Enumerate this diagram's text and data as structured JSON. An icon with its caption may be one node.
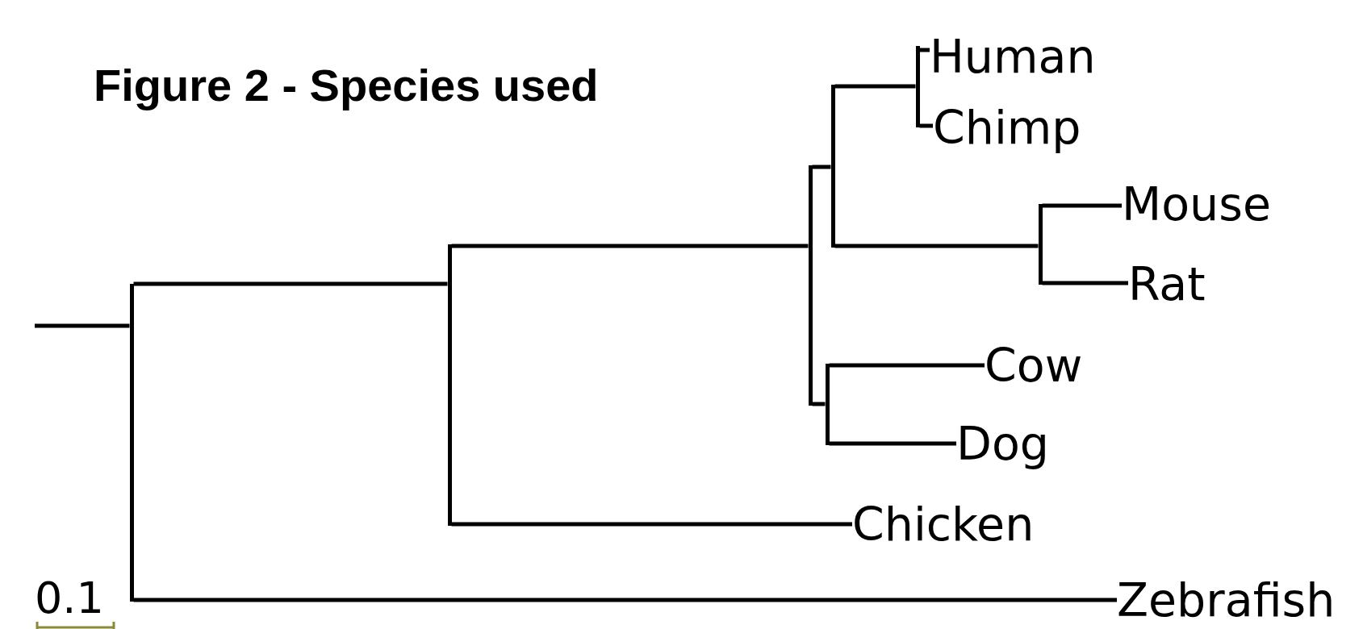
{
  "diagram": {
    "title": "Figure 2 - Species used",
    "nodes": [
      {
        "text": [],
        "shape": "bar"
      },
      {
        "text": [],
        "shape": "bar"
      },
      {
        "text": [],
        "shape": "bar"
      },
      {
        "text": [],
        "shape": "bar"
      },
      {
        "text": [],
        "shape": "bar"
      },
      {
        "text": [
          "Human"
        ]
      },
      {
        "text": [
          "Chimp"
        ]
      },
      {
        "text": [],
        "shape": "bar"
      },
      {
        "text": [
          "Mouse"
        ]
      },
      {
        "text": [
          "Rat"
        ]
      },
      {
        "text": [],
        "shape": "bar"
      },
      {
        "text": [
          "Cow"
        ]
      },
      {
        "text": [
          "Dog"
        ]
      },
      {
        "text": [
          "Chicken"
        ]
      },
      {
        "text": [
          "Zebrafish"
        ]
      }
    ],
    "edges": [
      {
        "from": null,
        "to": 0,
        "arrow": "none"
      },
      {
        "from": 0,
        "to": 1,
        "arrow": "none"
      },
      {
        "from": 0,
        "to": 14,
        "arrow": "none"
      },
      {
        "from": 1,
        "to": 2,
        "arrow": "none"
      },
      {
        "from": 1,
        "to": 13,
        "arrow": "none"
      },
      {
        "from": 2,
        "to": 3,
        "arrow": "none"
      },
      {
        "from": 2,
        "to": 10,
        "arrow": "none"
      },
      {
        "from": 3,
        "to": 4,
        "arrow": "none"
      },
      {
        "from": 3,
        "to": 7,
        "arrow": "none"
      },
      {
        "from": 4,
        "to": 5,
        "arrow": "none"
      },
      {
        "from": 4,
        "to": 6,
        "arrow": "none"
      },
      {
        "from": 7,
        "to": 8,
        "arrow": "none"
      },
      {
        "from": 7,
        "to": 9,
        "arrow": "none"
      },
      {
        "from": 10,
        "to": 11,
        "arrow": "none"
      },
      {
        "from": 10,
        "to": 12,
        "arrow": "none"
      }
    ],
    "labels": [
      "0.1"
    ]
  }
}
